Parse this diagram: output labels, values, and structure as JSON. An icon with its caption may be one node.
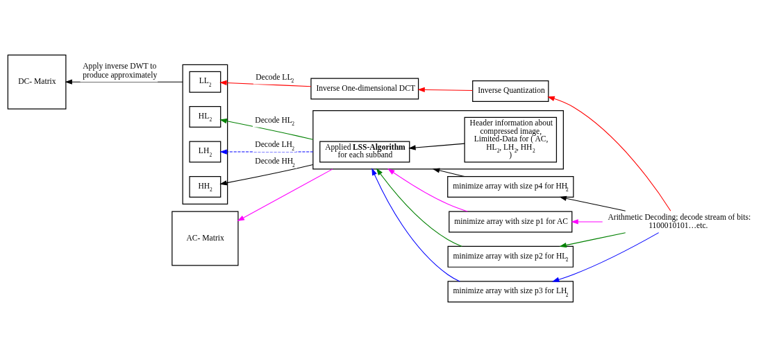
{
  "diagram": {
    "nodes": [
      {
        "text": [
          "Inverse One-dimensional DCT"
        ]
      },
      {
        "text": [
          "Inverse Quantization"
        ]
      },
      {
        "text": [],
        "shape": "box"
      },
      {
        "text": [
          "LL$_{2}$"
        ],
        "in": 2
      },
      {
        "text": [
          "HL$_{2}$"
        ],
        "in": 2
      },
      {
        "text": [
          "LH$_{2}$"
        ],
        "in": 2
      },
      {
        "text": [
          "HH$_{2}$"
        ],
        "in": 2
      },
      {
        "text": [],
        "shape": "box"
      },
      {
        "text": [
          "Applied **LSS-Algorithm** for each subband"
        ],
        "in": 7
      },
      {
        "text": [
          "Header information about compressed image, Limited-Data for ( AC, HL$_{2}$, LH$_{2}$, HH$_{2}$ )"
        ],
        "in": 7
      },
      {
        "text": [
          "minimize array with size p1 for AC"
        ]
      },
      {
        "text": [
          "minimize array with size p2 for HL$_{2}$"
        ]
      },
      {
        "text": [
          "minimize array with size p3 for LH$_{2}$"
        ]
      },
      {
        "text": [
          "minimize array with size p4 for HH$_{2}$"
        ]
      },
      {
        "text": [
          "Arithmetic Decoding; decode stream of bits: 1100010101…etc."
        ]
      },
      {
        "text": [
          "DC- Matrix"
        ]
      },
      {
        "text": [
          "AC- Matrix"
        ]
      }
    ],
    "edges": [
      {
        "from": 1,
        "to": 0,
        "arrow": "to",
        "color": "#ff0000"
      },
      {
        "from": 0,
        "to": 3,
        "arrow": "to",
        "label": "Decode LL$_{2}$",
        "color": "#ff0000"
      },
      {
        "from": 7,
        "to": 4,
        "arrow": "to",
        "label": "Decode HL$_{2}$",
        "color": "#008000"
      },
      {
        "from": 7,
        "to": 6,
        "arrow": "to",
        "label": "Decode HH$_{2}$"
      },
      {
        "from": 7,
        "to": 5,
        "arrow": "to",
        "label": "Decode LH$_{2}$",
        "style": "dashed",
        "color": "#0000ff"
      },
      {
        "from": 9,
        "to": 8,
        "arrow": "to"
      },
      {
        "from": 10,
        "to": 7,
        "arrow": "to",
        "color": "#ff00ff"
      },
      {
        "from": 11,
        "to": 7,
        "arrow": "to",
        "color": "#008000"
      },
      {
        "from": 12,
        "to": 7,
        "arrow": "to",
        "color": "#0000ff"
      },
      {
        "from": 13,
        "to": 7,
        "arrow": "to"
      },
      {
        "from": 14,
        "to": 1,
        "arrow": "to",
        "color": "#ff0000"
      },
      {
        "from": 14,
        "to": 10,
        "arrow": "to",
        "color": "#ff00ff"
      },
      {
        "from": 14,
        "to": 11,
        "arrow": "to",
        "color": "#008000"
      },
      {
        "from": 14,
        "to": 12,
        "arrow": "to",
        "color": "#0000ff"
      },
      {
        "from": 14,
        "to": 13,
        "arrow": "to"
      },
      {
        "from": 7,
        "to": 16,
        "arrow": "to",
        "color": "#ff00ff"
      },
      {
        "from": 2,
        "to": 15,
        "arrow": "to",
        "label": "Apply inverse DWT to produce approximately"
      }
    ]
  }
}
